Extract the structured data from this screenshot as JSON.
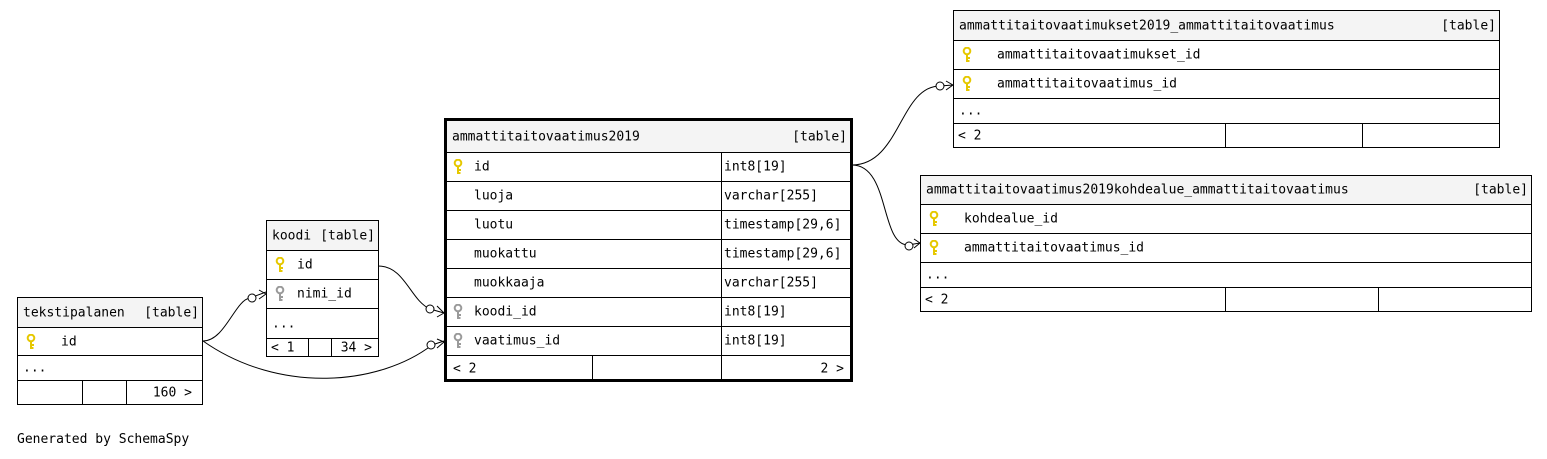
{
  "tables": {
    "main": {
      "name": "ammattitaitovaatimus2019",
      "tag": "[table]",
      "columns": [
        {
          "name": "id",
          "type": "int8[19]",
          "key": "primary"
        },
        {
          "name": "luoja",
          "type": "varchar[255]",
          "key": "none"
        },
        {
          "name": "luotu",
          "type": "timestamp[29,6]",
          "key": "none"
        },
        {
          "name": "muokattu",
          "type": "timestamp[29,6]",
          "key": "none"
        },
        {
          "name": "muokkaaja",
          "type": "varchar[255]",
          "key": "none"
        },
        {
          "name": "koodi_id",
          "type": "int8[19]",
          "key": "foreign"
        },
        {
          "name": "vaatimus_id",
          "type": "int8[19]",
          "key": "foreign"
        }
      ],
      "footer_left": "< 2",
      "footer_right": "2 >"
    },
    "koodi": {
      "name": "koodi",
      "tag": "[table]",
      "columns": [
        {
          "name": "id",
          "key": "primary"
        },
        {
          "name": "nimi_id",
          "key": "foreign"
        }
      ],
      "more": "...",
      "footer_left": "< 1",
      "footer_right": "34 >"
    },
    "tekstipalanen": {
      "name": "tekstipalanen",
      "tag": "[table]",
      "columns": [
        {
          "name": "id",
          "key": "primary"
        }
      ],
      "more": "...",
      "footer_right": "160 >"
    },
    "mukset": {
      "name": "ammattitaitovaatimukset2019_ammattitaitovaatimus",
      "tag": "[table]",
      "columns": [
        {
          "name": "ammattitaitovaatimukset_id",
          "key": "primary"
        },
        {
          "name": "ammattitaitovaatimus_id",
          "key": "primary"
        }
      ],
      "more": "...",
      "footer_left": "< 2"
    },
    "kohdealue": {
      "name": "ammattitaitovaatimus2019kohdealue_ammattitaitovaatimus",
      "tag": "[table]",
      "columns": [
        {
          "name": "kohdealue_id",
          "key": "primary"
        },
        {
          "name": "ammattitaitovaatimus_id",
          "key": "primary"
        }
      ],
      "more": "...",
      "footer_left": "< 2"
    }
  },
  "generated_by": "Generated by SchemaSpy",
  "colors": {
    "primary_key": "#e6c800",
    "foreign_key": "#9a9a9a",
    "header_bg": "#f4f4f4"
  }
}
